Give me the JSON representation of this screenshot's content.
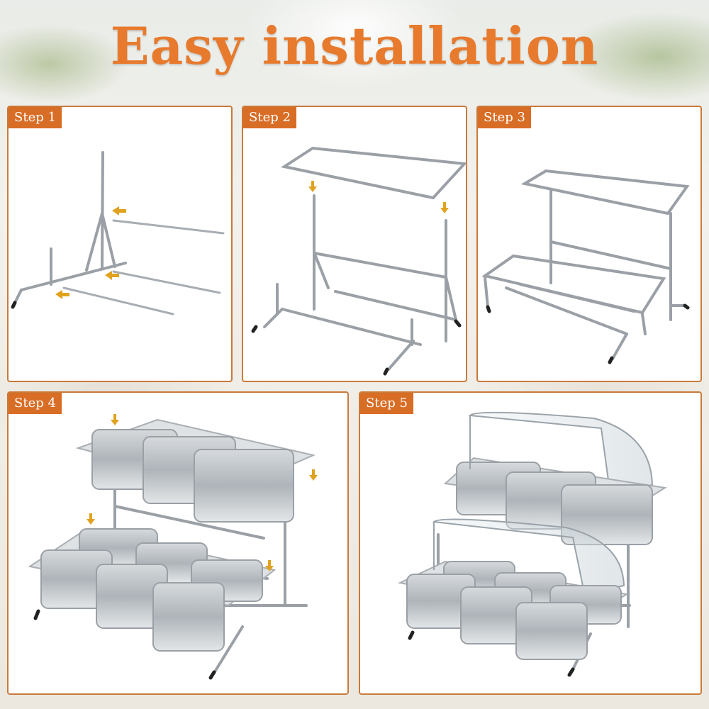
{
  "title": "Easy installation",
  "steps": [
    {
      "label": "Step 1"
    },
    {
      "label": "Step 2"
    },
    {
      "label": "Step 3"
    },
    {
      "label": "Step 4"
    },
    {
      "label": "Step 5"
    }
  ],
  "colors": {
    "title": "#e77a2c",
    "label_bg": "#d86d25",
    "panel_border": "#c97a3a",
    "arrow": "#e0a21e",
    "steel": "#9aa0a6"
  },
  "icons": [
    "arrow-icon"
  ]
}
